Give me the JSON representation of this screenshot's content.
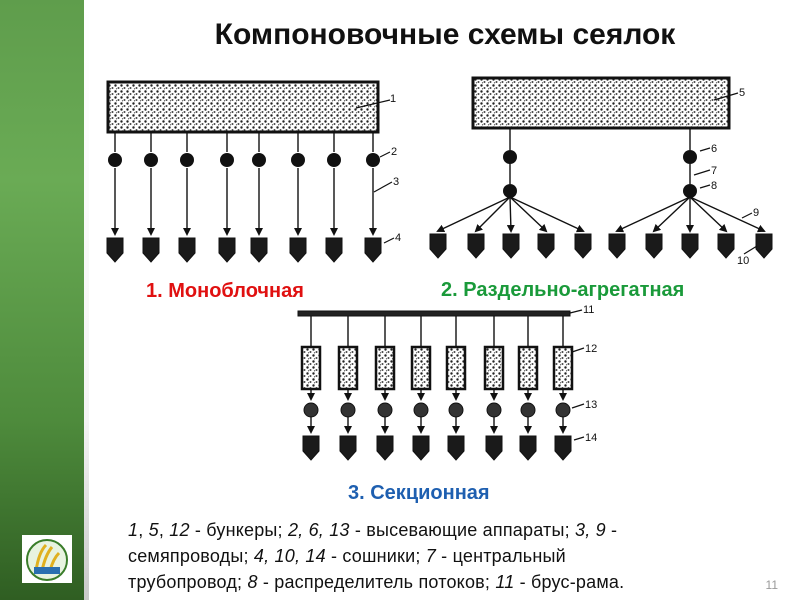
{
  "slide": {
    "title": "Компоновочные схемы сеялок",
    "page_number": "11"
  },
  "schemes": [
    {
      "caption": "1. Моноблочная",
      "color": "#e01010"
    },
    {
      "caption": "2. Раздельно-агрегатная",
      "color": "#1a9a3a"
    },
    {
      "caption": "3. Секционная",
      "color": "#1e5fb0"
    }
  ],
  "labels": {
    "n1": "1",
    "n2": "2",
    "n3": "3",
    "n4": "4",
    "n5": "5",
    "n6": "6",
    "n7": "7",
    "n8": "8",
    "n9": "9",
    "n10": "10",
    "n11": "11",
    "n12": "12",
    "n13": "13",
    "n14": "14"
  },
  "legend": {
    "line1_a": "1",
    "line1_b": ", ",
    "line1_c": "5",
    "line1_d": ", ",
    "line1_e": "12",
    "line1_f": " - бункеры; ",
    "line1_g": "2, 6, 13",
    "line1_h": " - высевающие аппараты; ",
    "line1_i": "3, 9",
    "line1_j": " -",
    "line2_a": "семяпроводы; ",
    "line2_b": "4, 10, 14",
    "line2_c": " - сошники; ",
    "line2_d": "7",
    "line2_e": " - центральный",
    "line3_a": "трубопровод;  ",
    "line3_b": "8",
    "line3_c": " - распределитель потоков;  ",
    "line3_d": "11",
    "line3_e": " - брус-рама."
  }
}
